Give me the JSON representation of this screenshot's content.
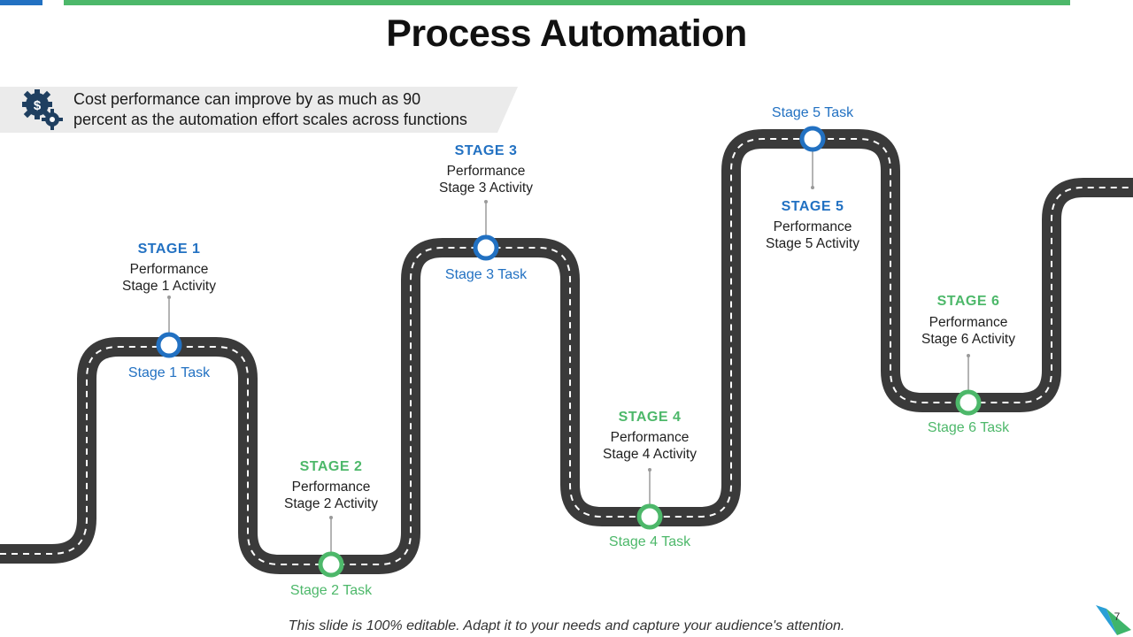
{
  "title": "Process Automation",
  "callout": {
    "line1": "Cost performance can improve by as much as 90",
    "line2": "percent as the automation effort scales across functions",
    "icon": "dollar-gears-icon"
  },
  "colors": {
    "blue": "#2271c2",
    "green": "#4db86a",
    "road": "#3a3a3a"
  },
  "stages": [
    {
      "heading": "STAGE  1",
      "desc_line1": "Performance",
      "desc_line2": "Stage 1 Activity",
      "task": "Stage  1 Task",
      "color": "blue"
    },
    {
      "heading": "STAGE  2",
      "desc_line1": "Performance",
      "desc_line2": "Stage 2 Activity",
      "task": "Stage  2 Task",
      "color": "green"
    },
    {
      "heading": "STAGE  3",
      "desc_line1": "Performance",
      "desc_line2": "Stage 3 Activity",
      "task": "Stage  3 Task",
      "color": "blue"
    },
    {
      "heading": "STAGE  4",
      "desc_line1": "Performance",
      "desc_line2": "Stage 4 Activity",
      "task": "Stage  4 Task",
      "color": "green"
    },
    {
      "heading": "STAGE  5",
      "desc_line1": "Performance",
      "desc_line2": "Stage 5 Activity",
      "task": "Stage  5 Task",
      "color": "blue"
    },
    {
      "heading": "STAGE  6",
      "desc_line1": "Performance",
      "desc_line2": "Stage 6 Activity",
      "task": "Stage  6 Task",
      "color": "green"
    }
  ],
  "footer": "This slide is 100% editable. Adapt it to your needs and capture your audience's attention.",
  "page_number": "7"
}
